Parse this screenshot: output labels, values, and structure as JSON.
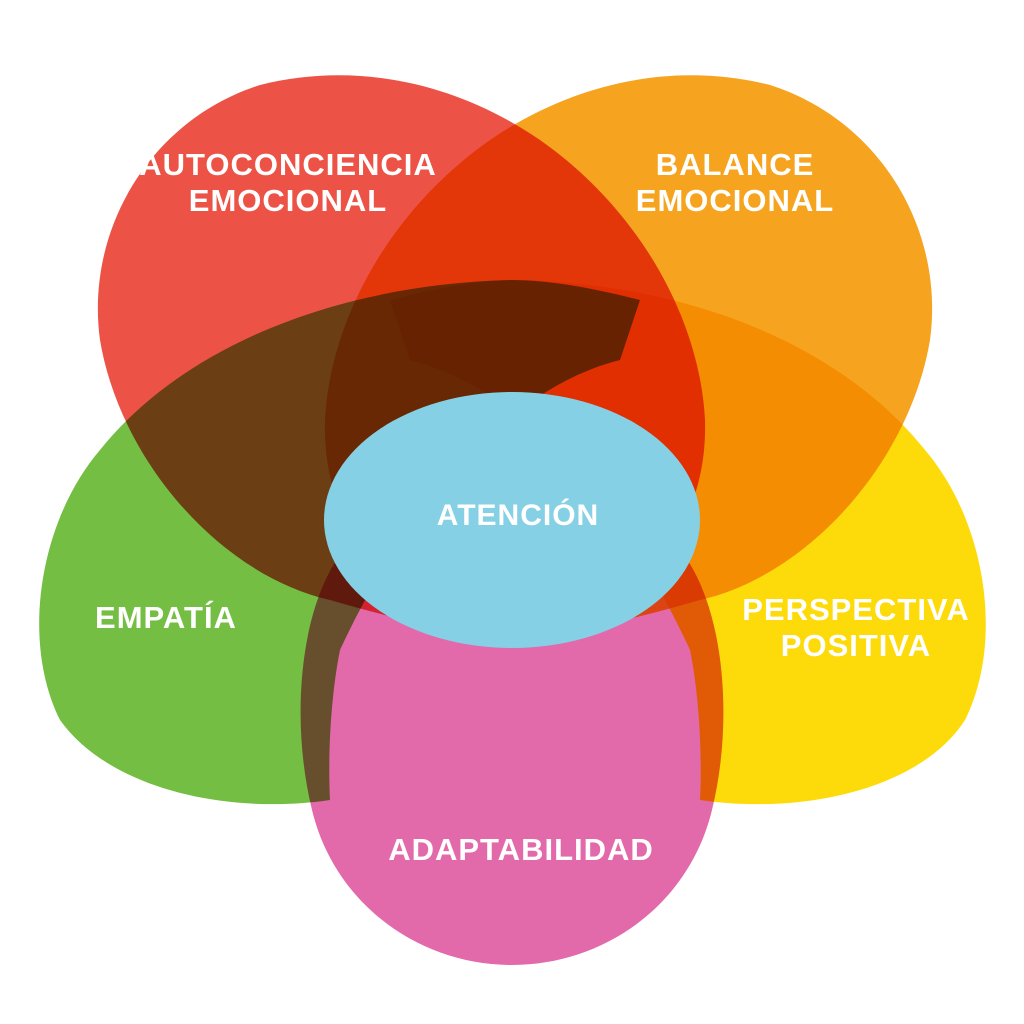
{
  "diagram": {
    "center": {
      "label": "ATENCIÓN",
      "color": "#86d0e6"
    },
    "petals": [
      {
        "id": "autoconciencia",
        "line1": "AUTOCONCIENCIA",
        "line2": "EMOCIONAL",
        "color": "#ec5346"
      },
      {
        "id": "balance",
        "line1": "BALANCE",
        "line2": "EMOCIONAL",
        "color": "#f6a41f"
      },
      {
        "id": "empatia",
        "line1": "EMPATÍA",
        "line2": "",
        "color": "#74be44"
      },
      {
        "id": "perspectiva",
        "line1": "PERSPECTIVA",
        "line2": "POSITIVA",
        "color": "#fddb0a"
      },
      {
        "id": "adaptabilidad",
        "line1": "ADAPTABILIDAD",
        "line2": "",
        "color": "#e36aaa"
      }
    ]
  }
}
